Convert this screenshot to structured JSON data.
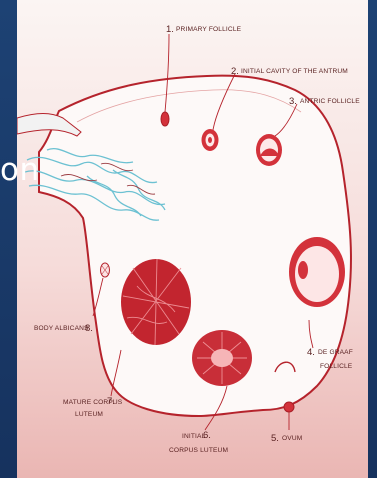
{
  "slide": {
    "overlay_text": "on"
  },
  "diagram": {
    "colors": {
      "background_top": "#fbf5f3",
      "background_bottom": "#ebb8b5",
      "ovary_fill": "#fdf9f8",
      "outline": "#b5232c",
      "follicle": "#d3323b",
      "tube_fibers": "#6cc1d2"
    },
    "labels": [
      {
        "num": "1.",
        "text": "PRIMARY FOLLICLE"
      },
      {
        "num": "2.",
        "text": "INITIAL CAVITY OF THE ANTRUM"
      },
      {
        "num": "3.",
        "text": "ANTRIC FOLLICLE"
      },
      {
        "num": "4.",
        "text_lines": [
          "DE GRAAF",
          "FOLLICLE"
        ]
      },
      {
        "num": "5.",
        "text": "OVUM"
      },
      {
        "num": "6.",
        "text_lines": [
          "INITIAL",
          "CORPUS LUTEUM"
        ]
      },
      {
        "num": "7.",
        "text_lines": [
          "MATURE CORPUS",
          "LUTEUM"
        ]
      },
      {
        "num": "8.",
        "text": "BODY ALBICANS"
      }
    ]
  }
}
